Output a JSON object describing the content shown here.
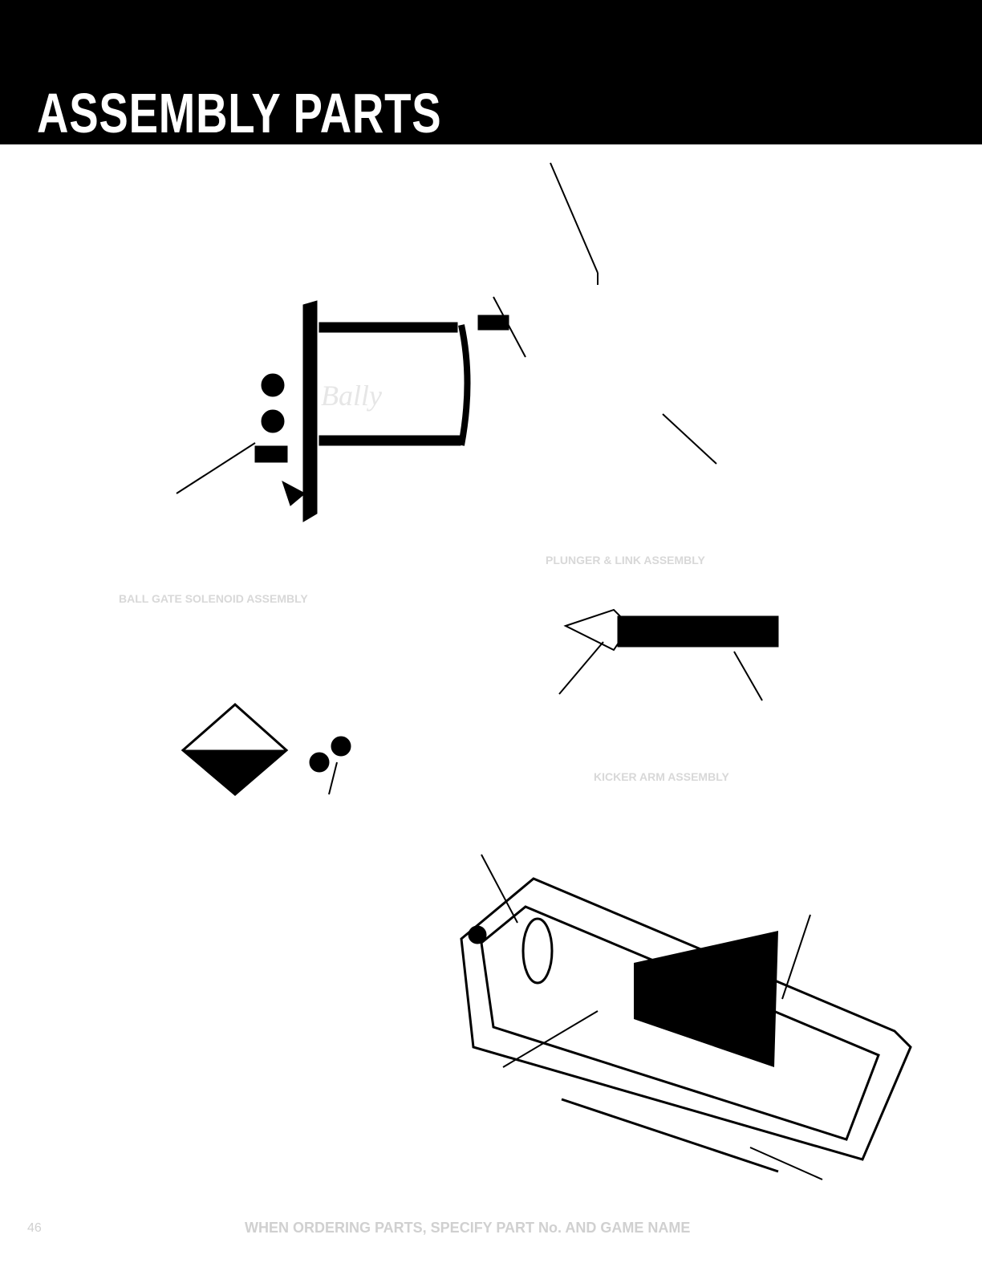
{
  "header": {
    "title": "ASSEMBLY PARTS"
  },
  "assemblies": {
    "plunger_link": "PLUNGER & LINK ASSEMBLY",
    "ball_gate": "BALL GATE SOLENOID ASSEMBLY",
    "kicker": "KICKER ARM ASSEMBLY"
  },
  "logo": "Bally",
  "footer": {
    "note": "WHEN ORDERING PARTS, SPECIFY PART No. AND GAME NAME",
    "page": "46"
  }
}
